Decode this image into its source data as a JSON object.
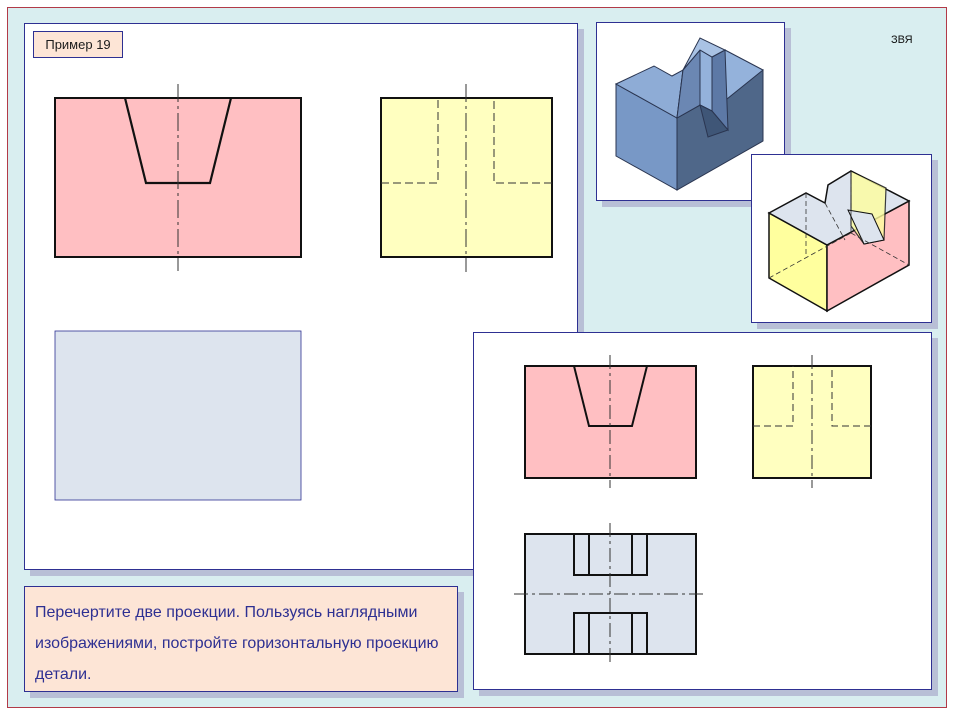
{
  "example_label": "Пример 19",
  "author_mark": "ЗВЯ",
  "task_text": "Перечертите две проекции. Пользуясь наглядными изображениями, постройте горизонтальную проекцию детали.",
  "colors": {
    "front_view_fill": "#ffbfc2",
    "side_view_fill": "#ffffc0",
    "top_view_fill": "#dde4ee",
    "model_blue": "#6f8fbf",
    "outline": "#111111"
  }
}
